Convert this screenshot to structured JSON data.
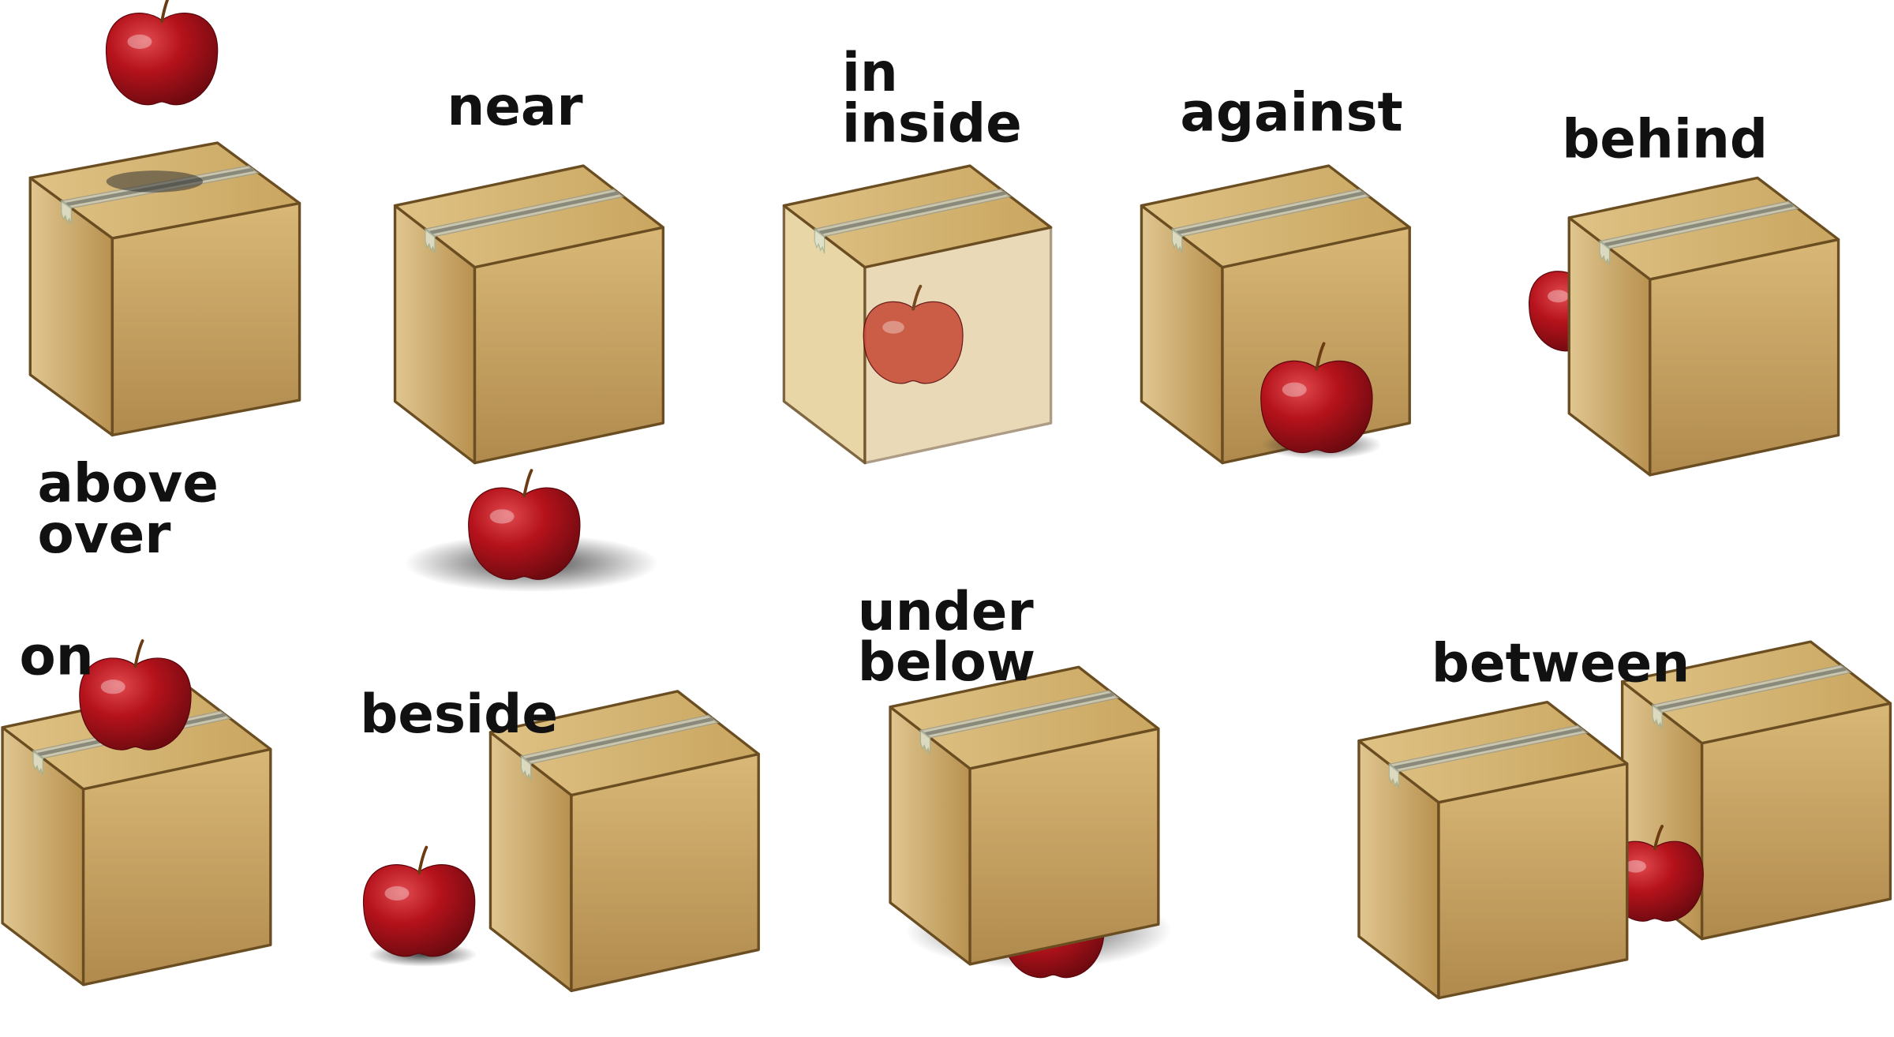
{
  "colors": {
    "box_front": "#b58a45",
    "box_side": "#c79d58",
    "box_top": "#d4b26b",
    "box_outline": "#6b4d22",
    "tape": "#c9c9b8",
    "tape_stripe": "#8a8a7c",
    "apple": "#b5121b",
    "apple_highlight": "#e04a4f",
    "stem": "#6b3b12",
    "shadow": "#222222"
  },
  "icons": {
    "box": "cardboard-box-icon",
    "apple": "apple-icon"
  },
  "panels": [
    {
      "key": "above",
      "labels": [
        "above",
        "over"
      ]
    },
    {
      "key": "near",
      "labels": [
        "near"
      ]
    },
    {
      "key": "in",
      "labels": [
        "in",
        "inside"
      ]
    },
    {
      "key": "against",
      "labels": [
        "against"
      ]
    },
    {
      "key": "behind",
      "labels": [
        "behind"
      ]
    },
    {
      "key": "on",
      "labels": [
        "on"
      ]
    },
    {
      "key": "beside",
      "labels": [
        "beside"
      ]
    },
    {
      "key": "under",
      "labels": [
        "under",
        "below"
      ]
    },
    {
      "key": "between",
      "labels": [
        "between"
      ]
    }
  ]
}
